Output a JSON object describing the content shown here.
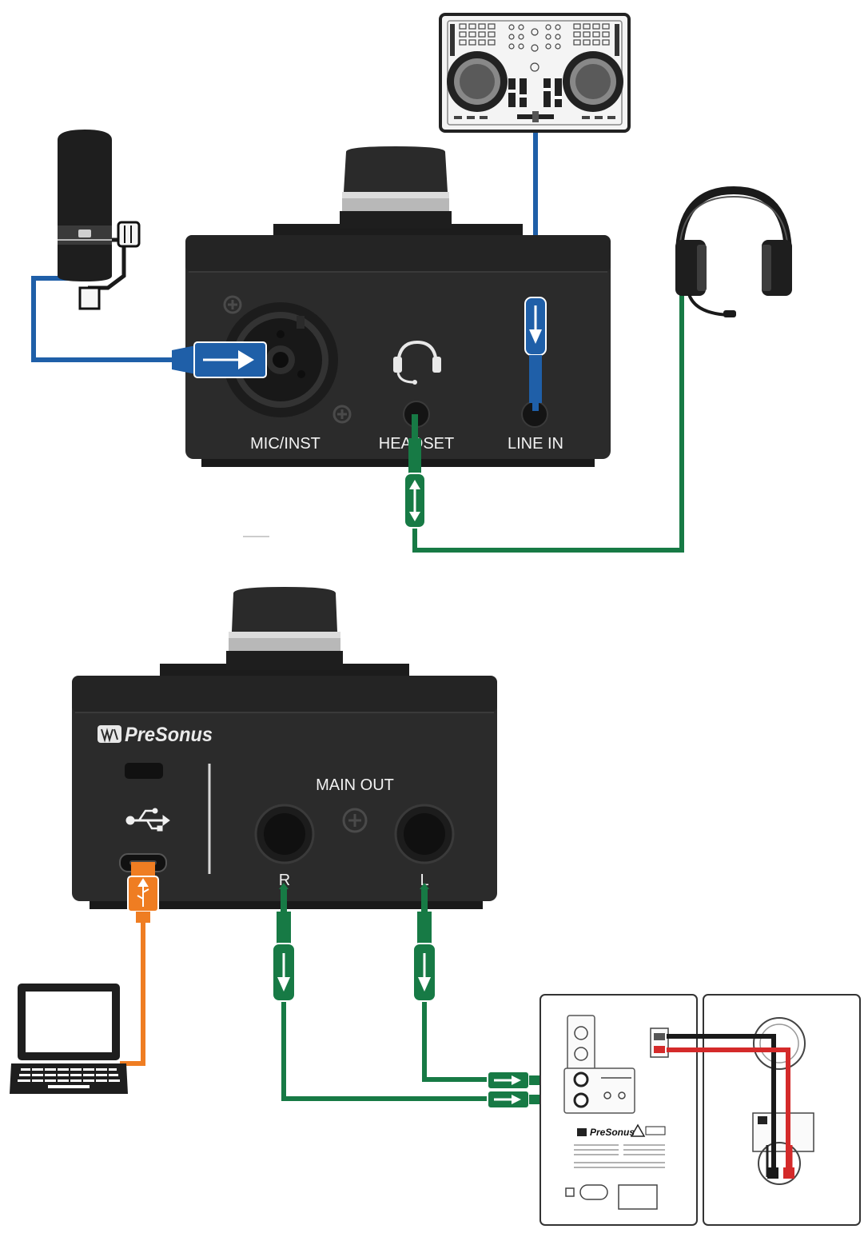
{
  "top_interface": {
    "ports": {
      "mic_inst": "MIC/INST",
      "headset": "HEADSET",
      "line_in": "LINE IN"
    }
  },
  "bottom_interface": {
    "brand": "PreSonus",
    "main_out": "MAIN OUT",
    "right": "R",
    "left": "L"
  },
  "monitor": {
    "brand": "PreSonus"
  },
  "colors": {
    "mic_cable": "#1f5fa8",
    "line_cable": "#1f5fa8",
    "headset_cable": "#177a45",
    "main_out_cable": "#177a45",
    "usb_cable": "#ef7d22",
    "speaker_wire_neg": "#1a1a1a",
    "speaker_wire_pos": "#d42a2a"
  },
  "icons": [
    "microphone-icon",
    "dj-controller-icon",
    "headphones-icon",
    "headset-icon",
    "usb-icon",
    "laptop-icon",
    "presonus-logo"
  ]
}
